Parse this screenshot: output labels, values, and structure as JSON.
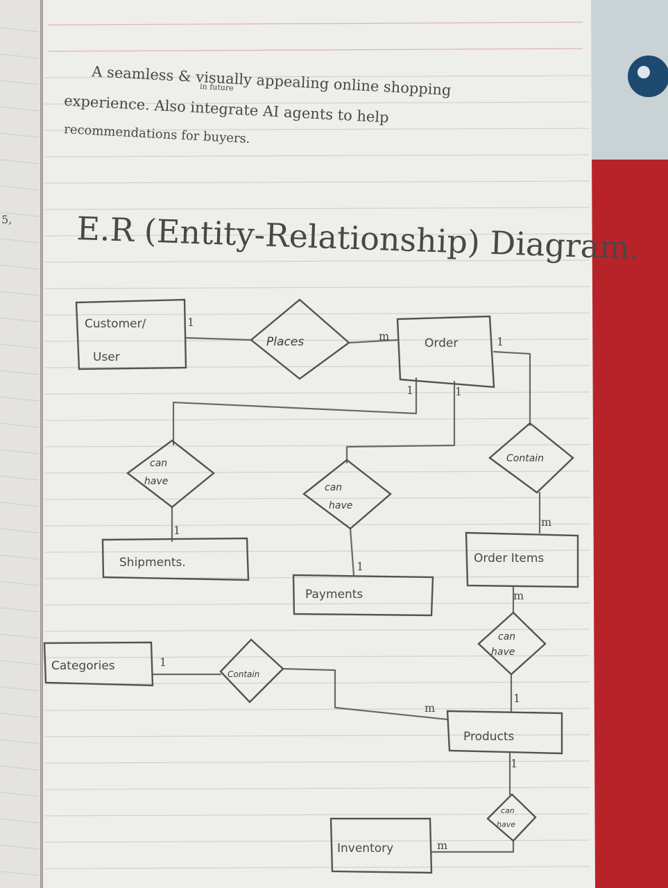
{
  "note": {
    "line1": "A seamless & visually appealing online shopping",
    "line2": "experience. Also integrate AI agents to help",
    "line2_insert": "in future",
    "line3": "recommendations for buyers."
  },
  "title": "E.R (Entity-Relationship) Diagram.",
  "margin_mark": "5,",
  "entities": {
    "customer": [
      "Customer/",
      "User"
    ],
    "order": "Order",
    "shipments": "Shipments.",
    "payments": "Payments",
    "order_items": "Order Items",
    "categories": "Categories",
    "products": "Products",
    "inventory": "Inventory"
  },
  "relationships": {
    "places": "Places",
    "shipments_rel": [
      "can",
      "have"
    ],
    "payments_rel": [
      "can",
      "have"
    ],
    "contain_items": "Contain",
    "items_products_rel": [
      "can",
      "have"
    ],
    "contain_categories": "Contain",
    "inventory_rel": [
      "can",
      "have"
    ]
  },
  "cardinalities": {
    "customer_places": "1",
    "places_order": "m",
    "order_right": "1",
    "order_ship": "1",
    "order_pay": "1",
    "shipments": "1",
    "payments": "1",
    "order_items_top": "m",
    "order_items_bottom": "m",
    "products_top": "1",
    "categories": "1",
    "products_left": "m",
    "products_bottom": "1",
    "inventory": "m"
  }
}
